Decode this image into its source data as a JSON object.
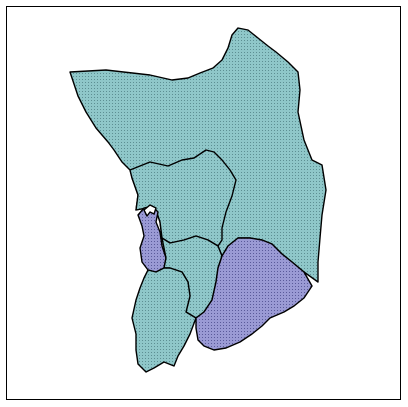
{
  "map": {
    "regions": [
      {
        "id": "north-east",
        "style": "base"
      },
      {
        "id": "central-north",
        "style": "base"
      },
      {
        "id": "central",
        "style": "base"
      },
      {
        "id": "coastal-strip",
        "style": "highlight"
      },
      {
        "id": "south-west",
        "style": "base"
      },
      {
        "id": "south-east",
        "style": "highlight"
      }
    ]
  },
  "colors": {
    "base_fill": "#8fc7c9",
    "base_dot": "#5d8f93",
    "highlight_fill": "#9a9ad4",
    "highlight_dot": "#5a5a9a",
    "outline": "#000000",
    "frame": "#000000"
  }
}
